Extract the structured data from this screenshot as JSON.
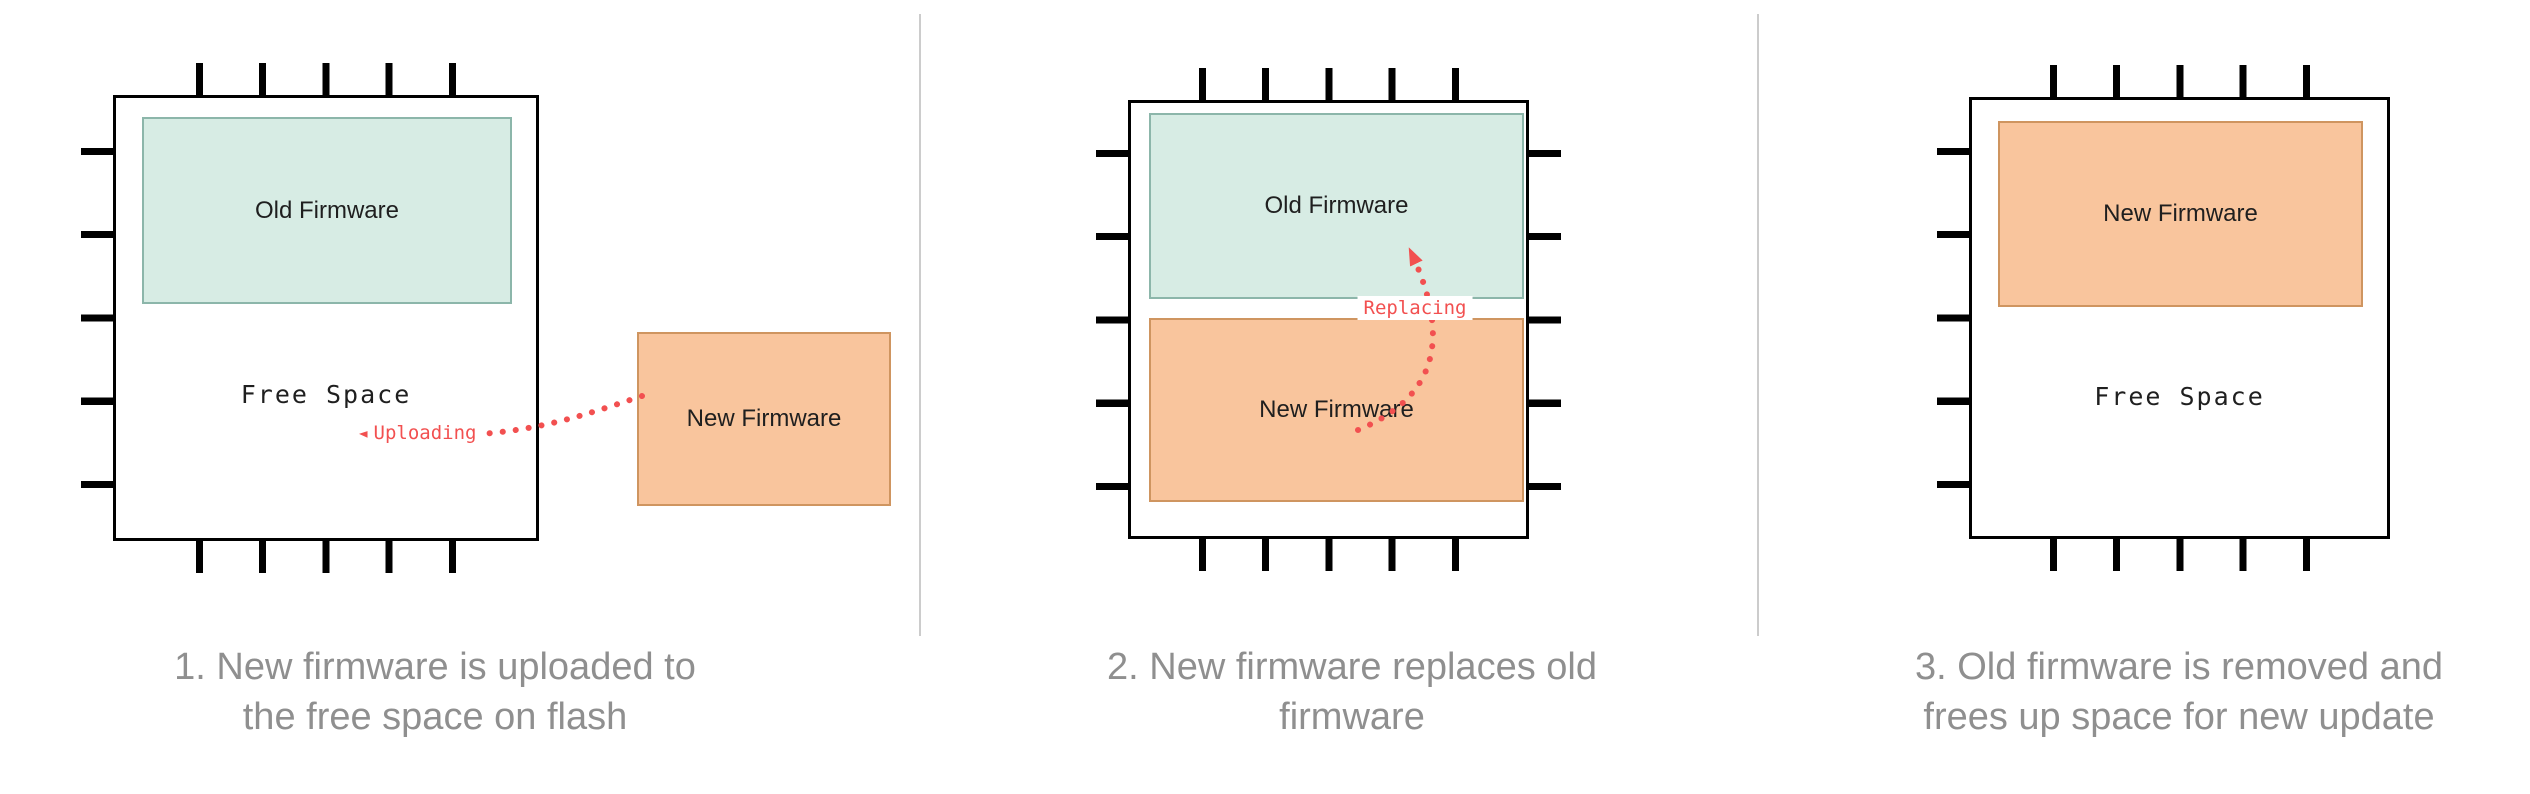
{
  "colors": {
    "teal_fill": "#d7ece4",
    "teal_border": "#8cb6aa",
    "orange_fill": "#f9c59d",
    "orange_border": "#cf9560",
    "chip_border": "#000000",
    "pin": "#000000",
    "block_text": "#1f1f1f",
    "caption_text": "#8f8f8f",
    "accent_red": "#f25050",
    "divider": "#cccccc"
  },
  "panels": [
    {
      "old_firmware_label": "Old Firmware",
      "free_space_label": "Free Space",
      "new_firmware_label": "New Firmware",
      "arrow_label": "Uploading",
      "caption": [
        "1. New firmware is uploaded to",
        "the free space on flash"
      ]
    },
    {
      "old_firmware_label": "Old Firmware",
      "new_firmware_label": "New Firmware",
      "arrow_label": "Replacing",
      "caption": [
        "2. New firmware replaces old",
        "firmware"
      ]
    },
    {
      "new_firmware_label": "New Firmware",
      "free_space_label": "Free Space",
      "caption": [
        "3. Old firmware is removed and",
        "frees up space for new update"
      ]
    }
  ]
}
